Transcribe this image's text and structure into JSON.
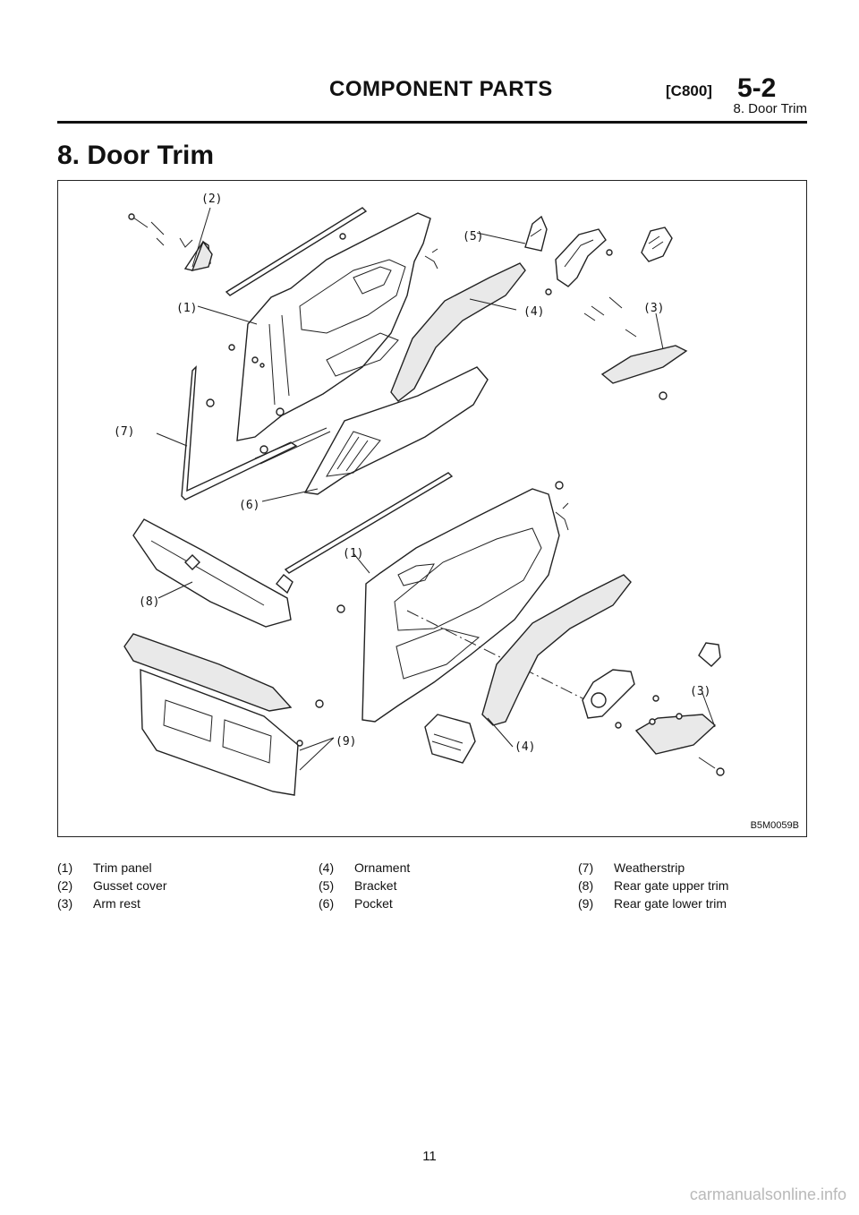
{
  "header": {
    "title": "COMPONENT PARTS",
    "code": "[C800]",
    "section": "5-2",
    "subtitle": "8. Door Trim"
  },
  "section_title": "8. Door Trim",
  "figure": {
    "id": "B5M0059B",
    "callouts": [
      "(2)",
      "(5)",
      "(1)",
      "(3)",
      "(4)",
      "(7)",
      "(6)",
      "(1)",
      "(8)",
      "(3)",
      "(9)",
      "(4)"
    ]
  },
  "legend": [
    [
      {
        "num": "(1)",
        "name": "Trim panel"
      },
      {
        "num": "(2)",
        "name": "Gusset cover"
      },
      {
        "num": "(3)",
        "name": "Arm rest"
      }
    ],
    [
      {
        "num": "(4)",
        "name": "Ornament"
      },
      {
        "num": "(5)",
        "name": "Bracket"
      },
      {
        "num": "(6)",
        "name": "Pocket"
      }
    ],
    [
      {
        "num": "(7)",
        "name": "Weatherstrip"
      },
      {
        "num": "(8)",
        "name": "Rear gate upper trim"
      },
      {
        "num": "(9)",
        "name": "Rear gate lower trim"
      }
    ]
  ],
  "page_number": "11",
  "watermark": "carmanualsonline.info"
}
